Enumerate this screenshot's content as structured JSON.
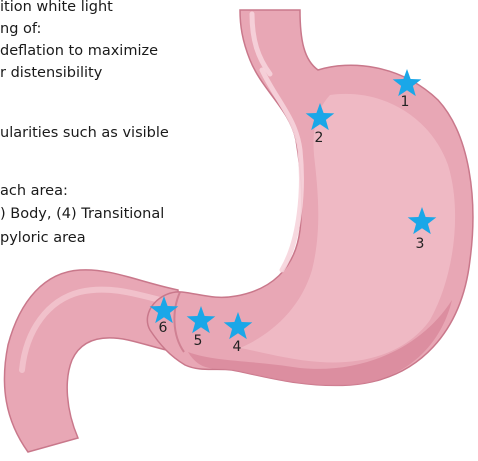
{
  "instructions": {
    "lines": [
      "ition white light",
      "ng of:",
      " deflation to maximize",
      "r distensibility",
      "ularities such as visible",
      "ach area:",
      ") Body, (4) Transitional",
      "pyloric area"
    ]
  },
  "markers": [
    {
      "id": "1",
      "label": "1"
    },
    {
      "id": "2",
      "label": "2"
    },
    {
      "id": "3",
      "label": "3"
    },
    {
      "id": "4",
      "label": "4"
    },
    {
      "id": "5",
      "label": "5"
    },
    {
      "id": "6",
      "label": "6"
    }
  ],
  "colors": {
    "stomach_fill": "#e8a7b5",
    "stomach_inner": "#f1bfca",
    "stomach_shadow": "#d98a9c",
    "stomach_outline": "#c9788b",
    "star": "#1aa7e8",
    "text": "#1a1a1a"
  }
}
